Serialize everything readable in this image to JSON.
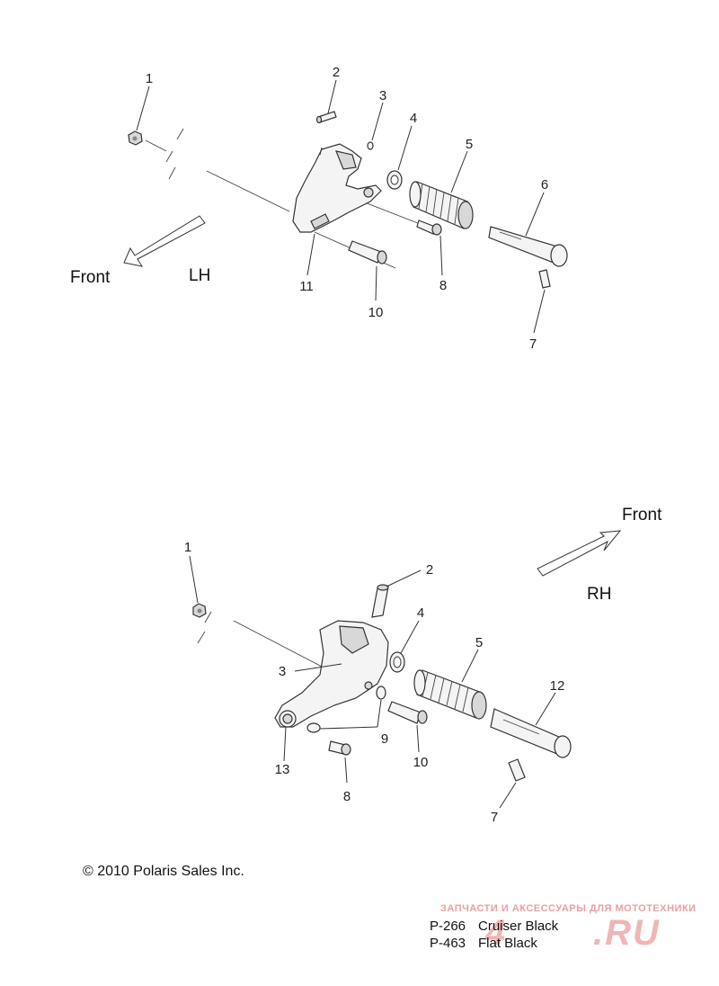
{
  "lh_view": {
    "side_label": "LH",
    "front_label": "Front",
    "callouts": [
      "1",
      "2",
      "3",
      "4",
      "5",
      "6",
      "7",
      "8",
      "10",
      "11"
    ]
  },
  "rh_view": {
    "side_label": "RH",
    "front_label": "Front",
    "callouts": [
      "1",
      "2",
      "3",
      "4",
      "5",
      "12",
      "7",
      "10",
      "9",
      "8",
      "13"
    ]
  },
  "copyright": "© 2010 Polaris Sales Inc.",
  "watermark": {
    "tagline": "ЗАПЧАСТИ И АКСЕССУАРЫ ДЛЯ МОТОТЕХНИКИ",
    "brand_prefix": "4",
    "brand_suffix": ".RU"
  },
  "paint_codes": [
    {
      "code": "P-266",
      "name": "Cruiser Black"
    },
    {
      "code": "P-463",
      "name": "Flat Black"
    }
  ]
}
